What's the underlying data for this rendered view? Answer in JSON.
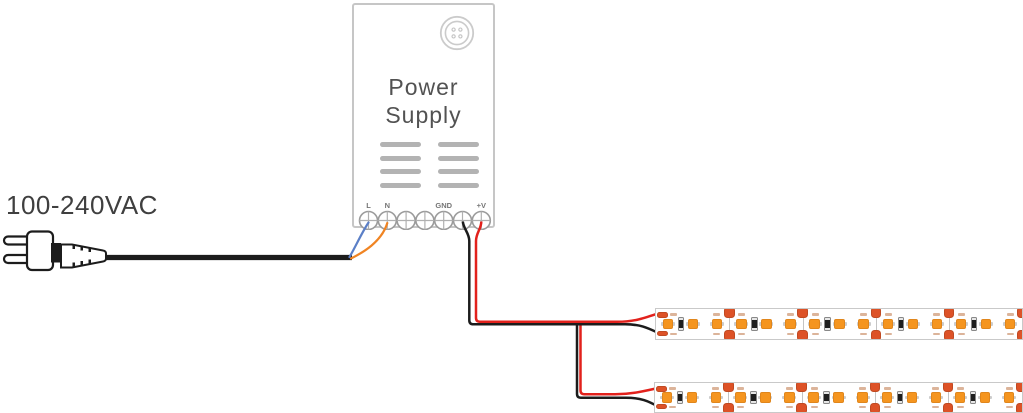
{
  "diagram": {
    "input_label": "100-240VAC",
    "power_supply": {
      "title_line1": "Power",
      "title_line2": "Supply",
      "terminals": [
        {
          "label": "L"
        },
        {
          "label": "N"
        },
        {
          "label": ""
        },
        {
          "label": ""
        },
        {
          "label": "GND"
        },
        {
          "label": ""
        },
        {
          "label": "+V"
        }
      ]
    },
    "wires": {
      "line": {
        "name": "AC line wire",
        "color": "#5B7FC7"
      },
      "neutral": {
        "name": "AC neutral wire",
        "color": "#F08423"
      },
      "dc_positive": {
        "name": "DC +V wire",
        "color": "#E2211C"
      },
      "dc_negative": {
        "name": "DC - wire",
        "color": "#1C1C1C"
      },
      "ac_cable": {
        "name": "AC mains cable",
        "color": "#1C1C1C"
      }
    },
    "led_strips": [
      {
        "id": "strip-1",
        "segments": 5,
        "leds_per_segment": 3,
        "resistors_per_segment": 1,
        "cut_points": 5
      },
      {
        "id": "strip-2",
        "segments": 5,
        "leds_per_segment": 3,
        "resistors_per_segment": 1,
        "cut_points": 5
      }
    ],
    "colors": {
      "led": "#F5951F",
      "led_border": "#E0861C",
      "solder_pad": "#DD5227",
      "pad_border": "#C04A22",
      "strip_border": "#C9C9C9",
      "box_border": "#C6C6C6",
      "vent": "#B3B3B3",
      "terminal": "#9B9B9B",
      "label_text": "#757575"
    }
  }
}
